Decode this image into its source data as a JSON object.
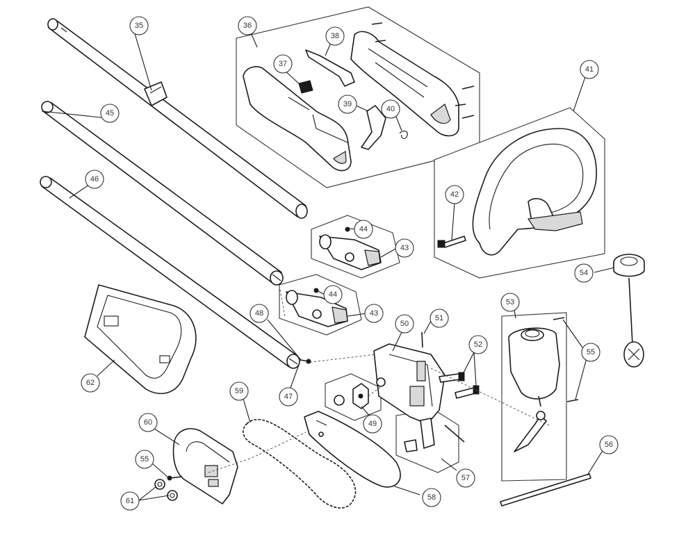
{
  "callouts": {
    "c35": "35",
    "c36": "36",
    "c37": "37",
    "c38": "38",
    "c39": "39",
    "c40": "40",
    "c41": "41",
    "c42": "42",
    "c43a": "43",
    "c43b": "43",
    "c44a": "44",
    "c44b": "44",
    "c45": "45",
    "c46": "46",
    "c47": "47",
    "c48": "48",
    "c49": "49",
    "c50": "50",
    "c51": "51",
    "c52": "52",
    "c53": "53",
    "c54": "54",
    "c55a": "55",
    "c55b": "55",
    "c56": "56",
    "c57": "57",
    "c58": "58",
    "c59": "59",
    "c60": "60",
    "c61": "61",
    "c62": "62"
  }
}
